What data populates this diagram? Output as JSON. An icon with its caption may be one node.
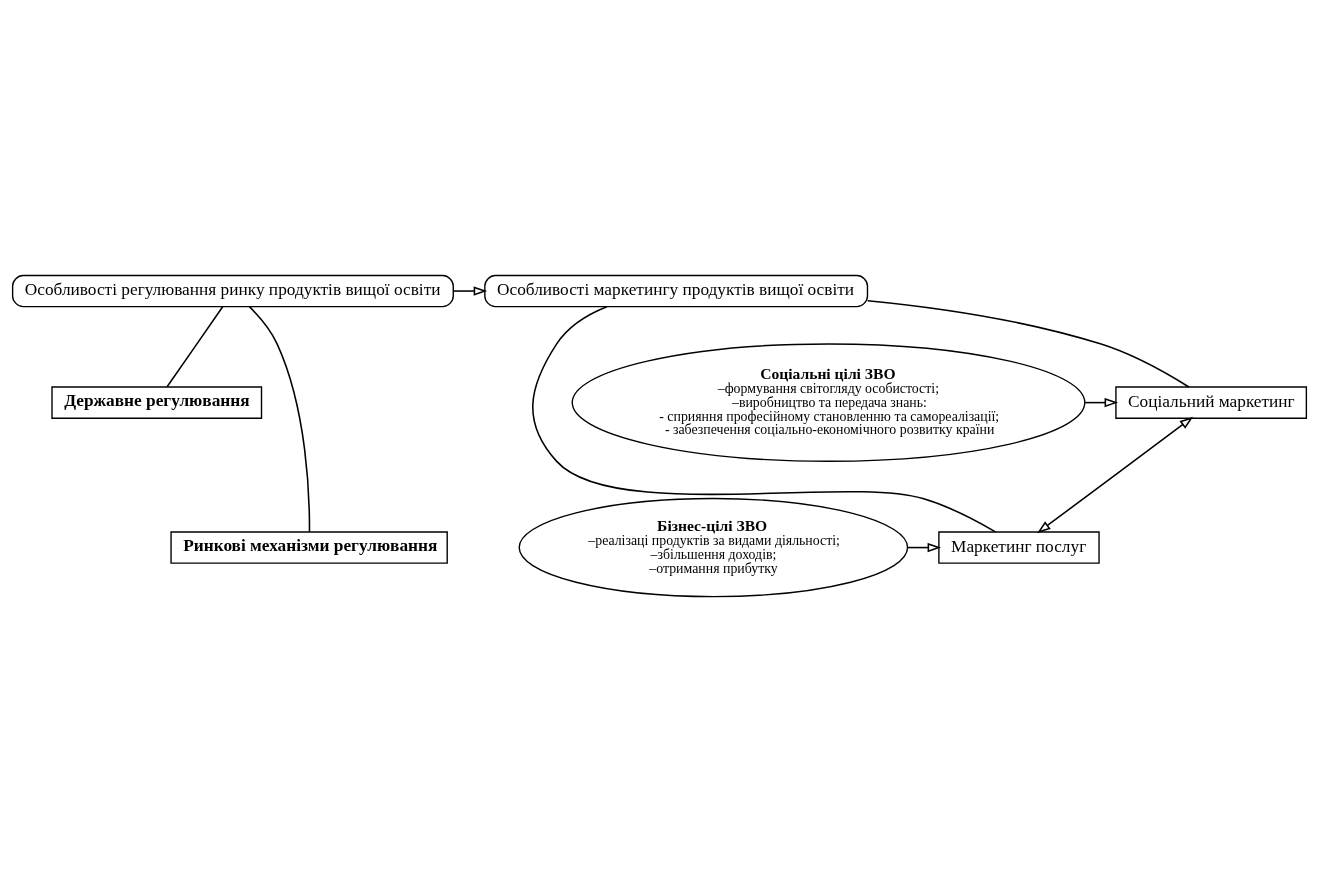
{
  "diagram": {
    "nodes": [
      {
        "text": [
          "Особливості регулювання ринку продуктів вищої освіти"
        ]
      },
      {
        "text": [
          "Особливості маркетингу продуктів вищої освіти"
        ]
      },
      {
        "text": [
          "Державне регулювання"
        ]
      },
      {
        "text": [
          "Ринкові механізми регулювання"
        ]
      },
      {
        "text": [
          "Соціальні цілі ЗВО",
          "–формування світогляду особистості;",
          "–виробництво та передача знань:",
          "- сприяння професійному становленню та самореалізації;",
          "- забезпечення соціально-економічного розвитку країни"
        ]
      },
      {
        "text": [
          "Бізнес-цілі ЗВО",
          "–реалізаці продуктів за видами діяльності;",
          "–збільшення доходів;",
          "–отримання прибутку"
        ]
      },
      {
        "text": [
          "Соціальний маркетинг"
        ]
      },
      {
        "text": [
          "Маркетинг послуг"
        ]
      }
    ],
    "edges": [
      {
        "from": 0,
        "to": 1,
        "arrow": "to"
      },
      {
        "from": 0,
        "to": 2,
        "arrow": "none"
      },
      {
        "from": 0,
        "to": 3,
        "arrow": "none"
      },
      {
        "from": 4,
        "to": 6,
        "arrow": "to"
      },
      {
        "from": 5,
        "to": 7,
        "arrow": "to"
      },
      {
        "from": 6,
        "to": 7,
        "arrow": "both"
      },
      {
        "from": 1,
        "to": 6,
        "arrow": "none"
      },
      {
        "from": 1,
        "to": 7,
        "arrow": "none"
      }
    ]
  }
}
